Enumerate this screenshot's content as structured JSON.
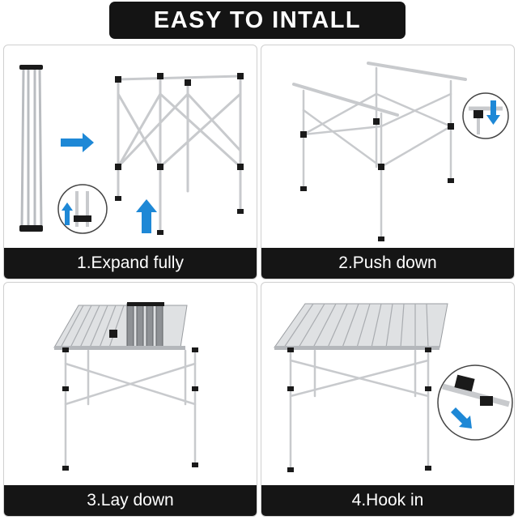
{
  "header": {
    "title": "EASY TO INTALL"
  },
  "steps": [
    {
      "caption": "1.Expand fully",
      "icons": [
        "arrow-right-icon",
        "arrow-up-icon"
      ]
    },
    {
      "caption": "2.Push down",
      "icons": [
        "arrow-down-icon"
      ]
    },
    {
      "caption": "3.Lay down",
      "icons": []
    },
    {
      "caption": "4.Hook in",
      "icons": [
        "arrow-down-right-icon"
      ]
    }
  ],
  "colors": {
    "banner": "#141414",
    "caption_bar": "#151515",
    "arrow": "#1e88d6",
    "metal": "#c8cacd",
    "joint": "#1a1a1a"
  }
}
